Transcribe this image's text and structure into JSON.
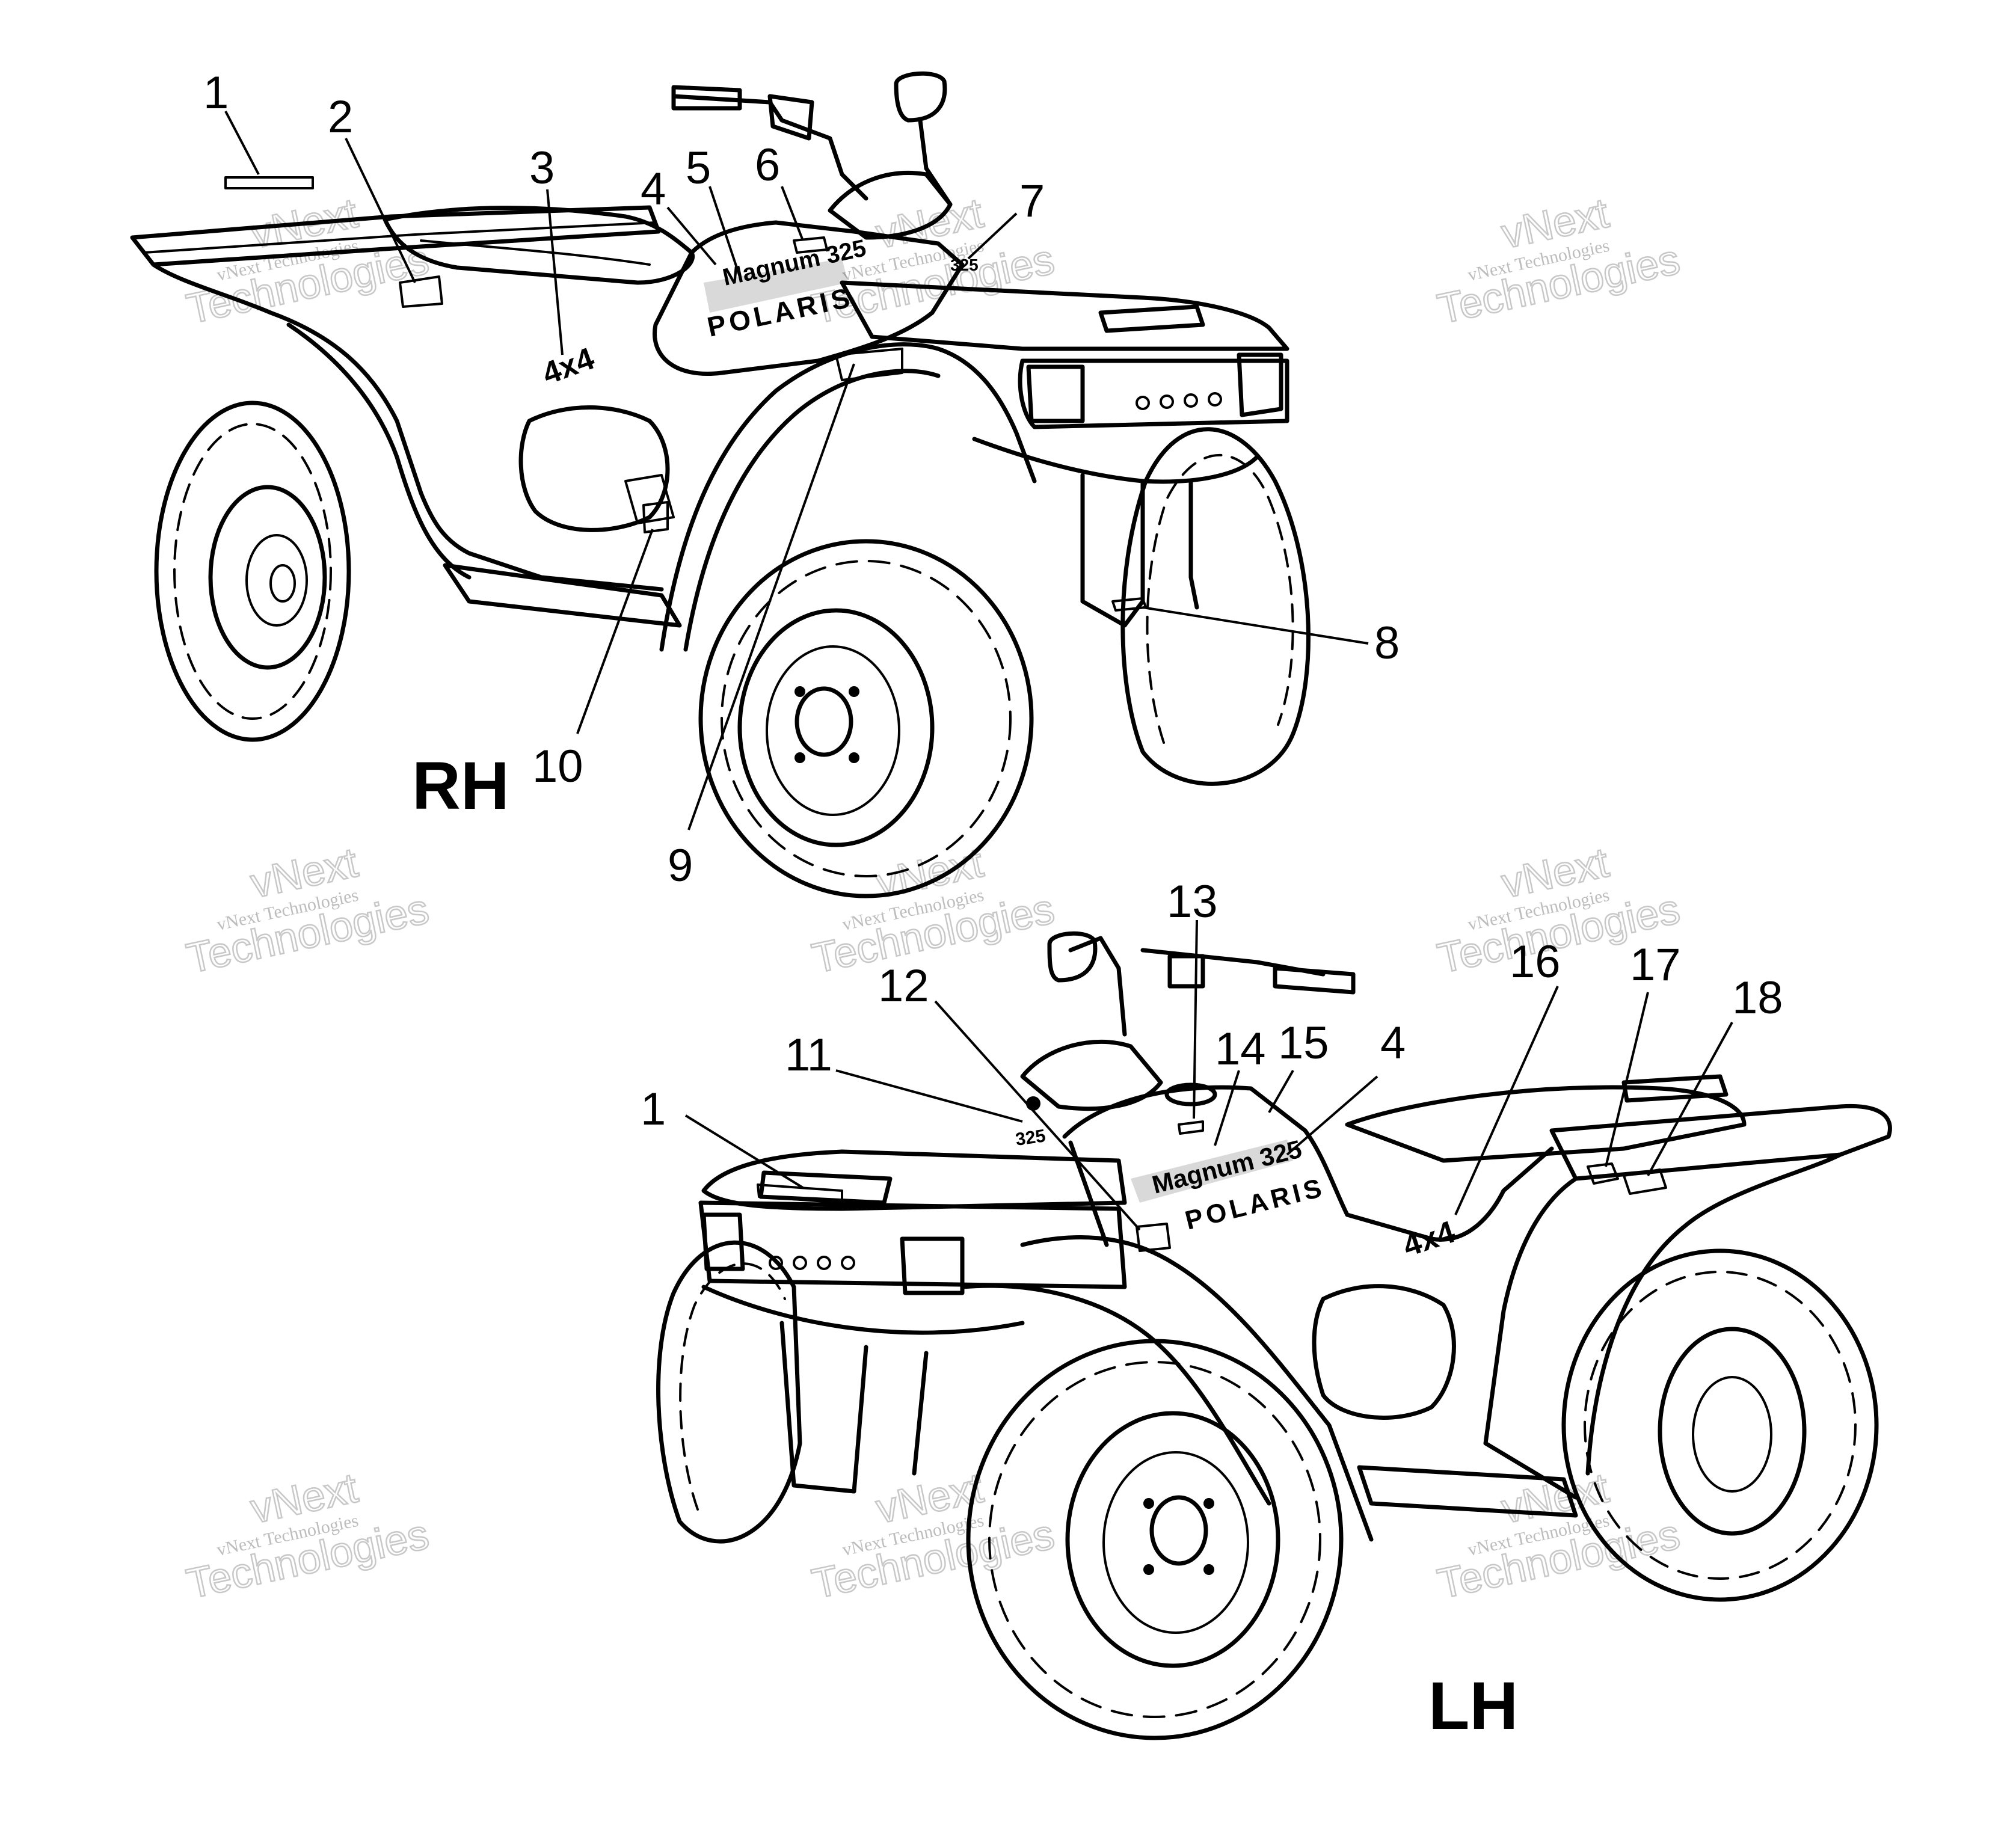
{
  "views": {
    "rh": {
      "label": "RH"
    },
    "lh": {
      "label": "LH"
    }
  },
  "decals": {
    "model_name": "Magnum 325",
    "brand": "POLARIS",
    "drive": "4x4",
    "engine": "325"
  },
  "watermark": {
    "line1": "vNext Technologies",
    "line2": "vNext",
    "line3": "Technologies"
  },
  "callouts_rh": [
    {
      "id": "rh-1",
      "label": "1"
    },
    {
      "id": "rh-2",
      "label": "2"
    },
    {
      "id": "rh-3",
      "label": "3"
    },
    {
      "id": "rh-4",
      "label": "4"
    },
    {
      "id": "rh-5",
      "label": "5"
    },
    {
      "id": "rh-6",
      "label": "6"
    },
    {
      "id": "rh-7",
      "label": "7"
    },
    {
      "id": "rh-8",
      "label": "8"
    },
    {
      "id": "rh-9",
      "label": "9"
    },
    {
      "id": "rh-10",
      "label": "10"
    }
  ],
  "callouts_lh": [
    {
      "id": "lh-1",
      "label": "1"
    },
    {
      "id": "lh-11",
      "label": "11"
    },
    {
      "id": "lh-12",
      "label": "12"
    },
    {
      "id": "lh-13",
      "label": "13"
    },
    {
      "id": "lh-14",
      "label": "14"
    },
    {
      "id": "lh-15",
      "label": "15"
    },
    {
      "id": "lh-4",
      "label": "4"
    },
    {
      "id": "lh-16",
      "label": "16"
    },
    {
      "id": "lh-17",
      "label": "17"
    },
    {
      "id": "lh-18",
      "label": "18"
    }
  ]
}
